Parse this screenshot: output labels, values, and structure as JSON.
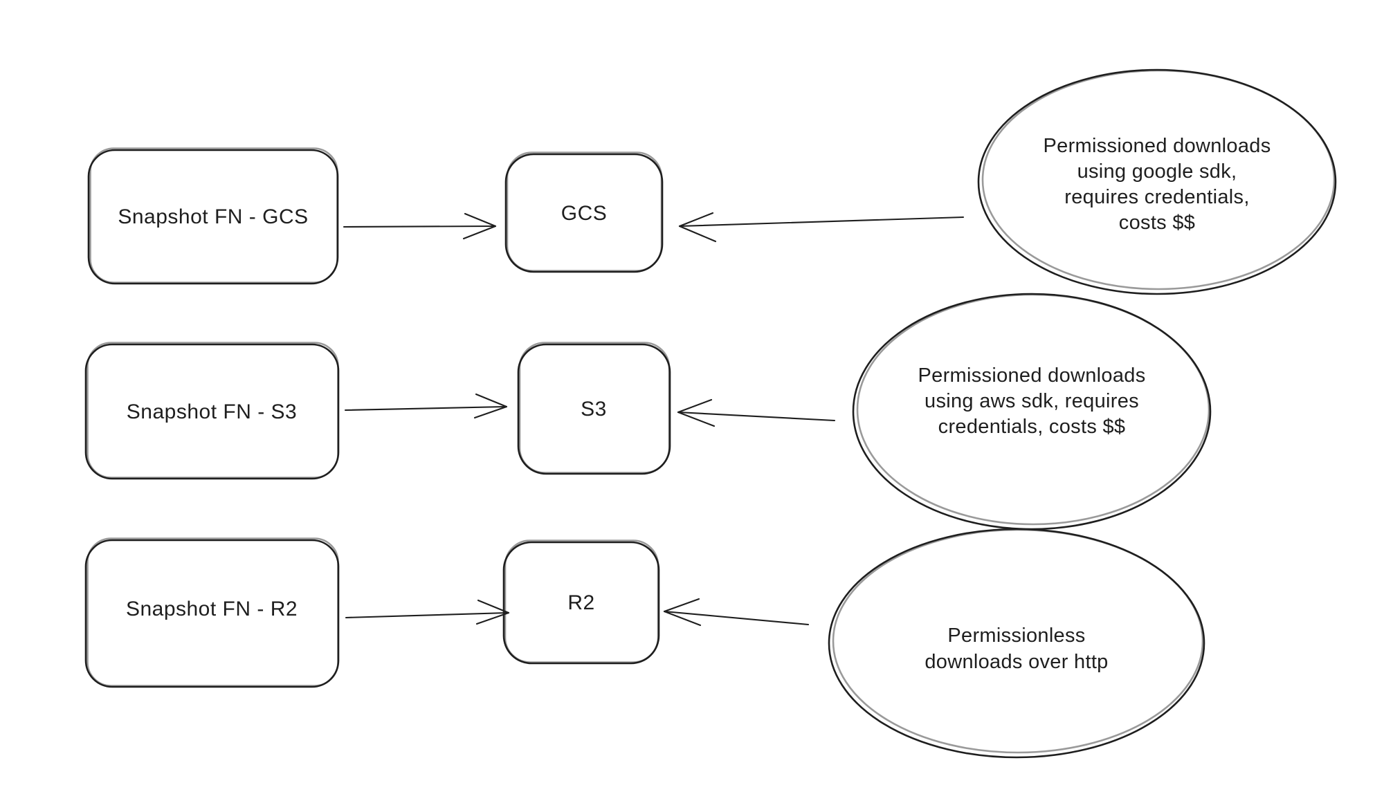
{
  "diagram": {
    "style": "hand-drawn-whiteboard",
    "background_color": "#ffffff",
    "stroke_color": "#1e1e1e",
    "rows": [
      {
        "source_label": "Snapshot FN - GCS",
        "target_label": "GCS",
        "note_text": "Permissioned downloads using google sdk, requires credentials, costs $$",
        "note_lines": [
          "Permissioned downloads",
          "using google sdk,",
          "requires credentials,",
          "costs $$"
        ]
      },
      {
        "source_label": "Snapshot FN - S3",
        "target_label": "S3",
        "note_text": "Permissioned downloads using aws sdk, requires credentials, costs $$",
        "note_lines": [
          "Permissioned downloads",
          "using aws sdk, requires",
          "credentials, costs $$"
        ]
      },
      {
        "source_label": "Snapshot FN - R2",
        "target_label": "R2",
        "note_text": "Permissionless downloads over http",
        "note_lines": [
          "Permissionless",
          "downloads over http"
        ]
      }
    ]
  }
}
